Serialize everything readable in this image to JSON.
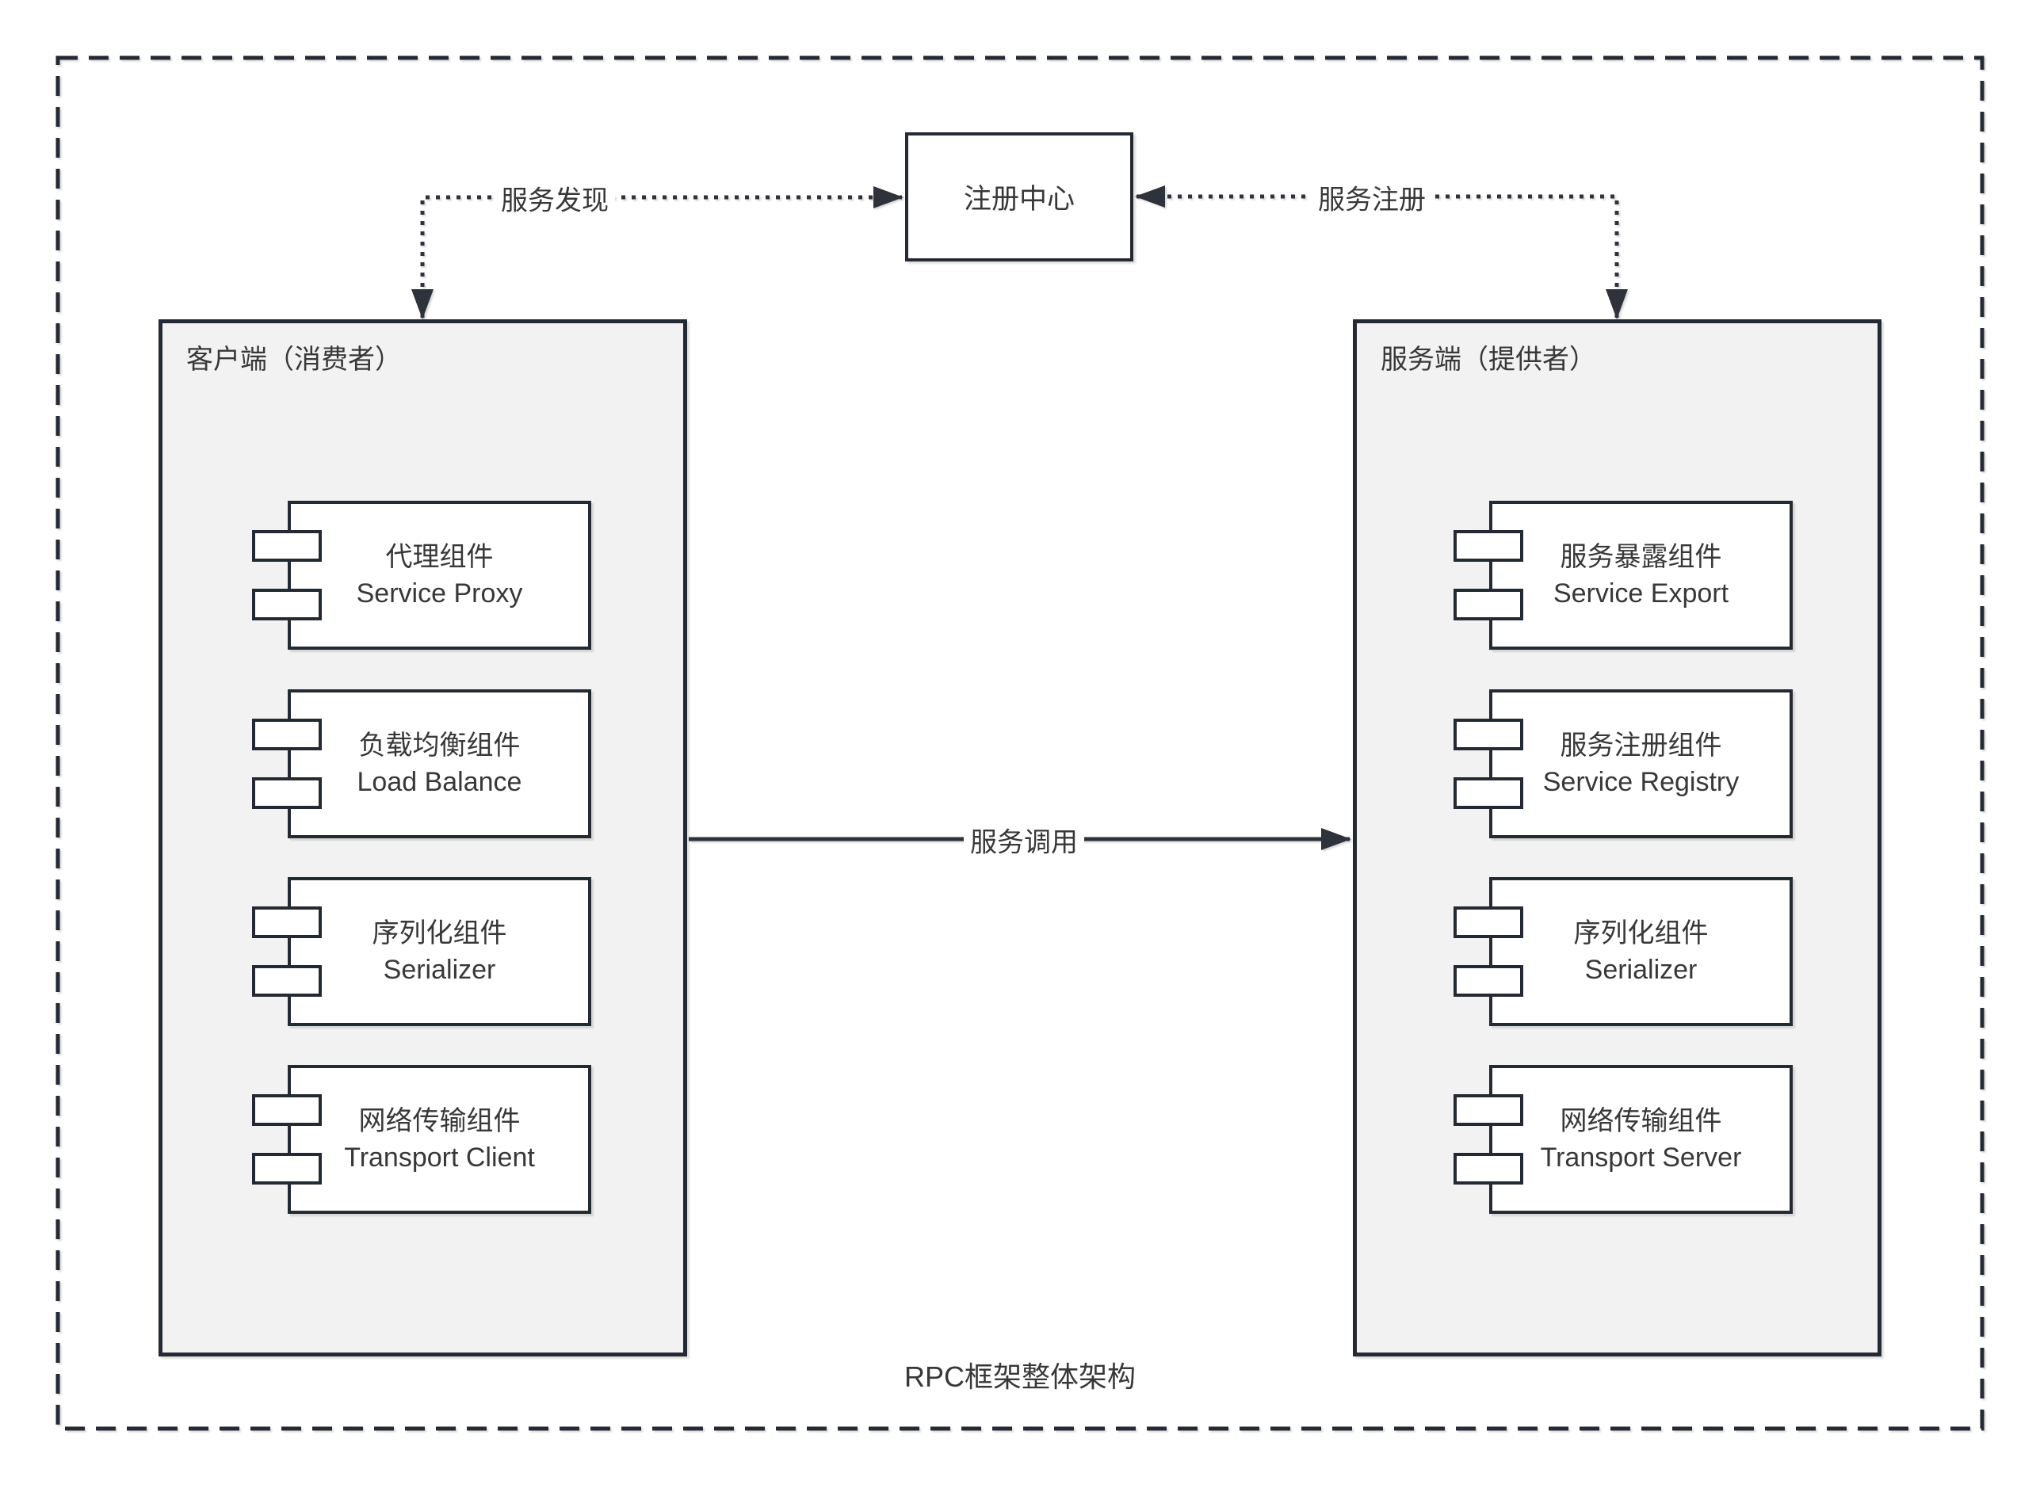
{
  "diagram": {
    "title": "RPC框架整体架构",
    "registry": {
      "label": "注册中心"
    },
    "client": {
      "label": "客户端（消费者）",
      "components": [
        {
          "zh": "代理组件",
          "en": "Service Proxy"
        },
        {
          "zh": "负载均衡组件",
          "en": "Load Balance"
        },
        {
          "zh": "序列化组件",
          "en": "Serializer"
        },
        {
          "zh": "网络传输组件",
          "en": "Transport Client"
        }
      ]
    },
    "server": {
      "label": "服务端（提供者）",
      "components": [
        {
          "zh": "服务暴露组件",
          "en": "Service Export"
        },
        {
          "zh": "服务注册组件",
          "en": "Service Registry"
        },
        {
          "zh": "序列化组件",
          "en": "Serializer"
        },
        {
          "zh": "网络传输组件",
          "en": "Transport Server"
        }
      ]
    },
    "edges": {
      "discovery": "服务发现",
      "register": "服务注册",
      "invoke": "服务调用"
    },
    "colors": {
      "stroke": "#242a33",
      "container_fill": "#f2f2f2",
      "shape_fill": "#ffffff",
      "text": "#383838"
    }
  }
}
